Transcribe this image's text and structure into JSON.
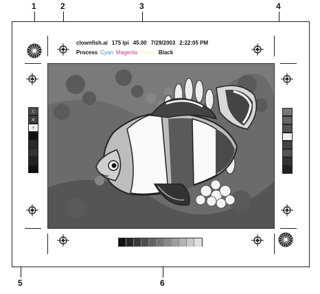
{
  "callouts": [
    "1",
    "2",
    "3",
    "4",
    "5",
    "6"
  ],
  "slug": {
    "filename": "clownfish.ai",
    "lpi": "175 lpi",
    "angle": "45.00",
    "date": "7/29/2003",
    "time": "2:22:05 PM",
    "process_label": "Process",
    "plates": [
      "Cyan",
      "Magenta",
      "Yellow",
      "Black"
    ]
  },
  "colors": {
    "cyan_plate_text": "#3a8fc4",
    "magenta_plate_text": "#c23a8a",
    "yellow_plate_text": "#f2f2b8",
    "black_plate_text": "#111111"
  },
  "color_bar_left": [
    "C",
    "M",
    "Y",
    "",
    "",
    "",
    "",
    ""
  ],
  "icons": [
    "star-target-icon",
    "registration-mark-icon"
  ]
}
